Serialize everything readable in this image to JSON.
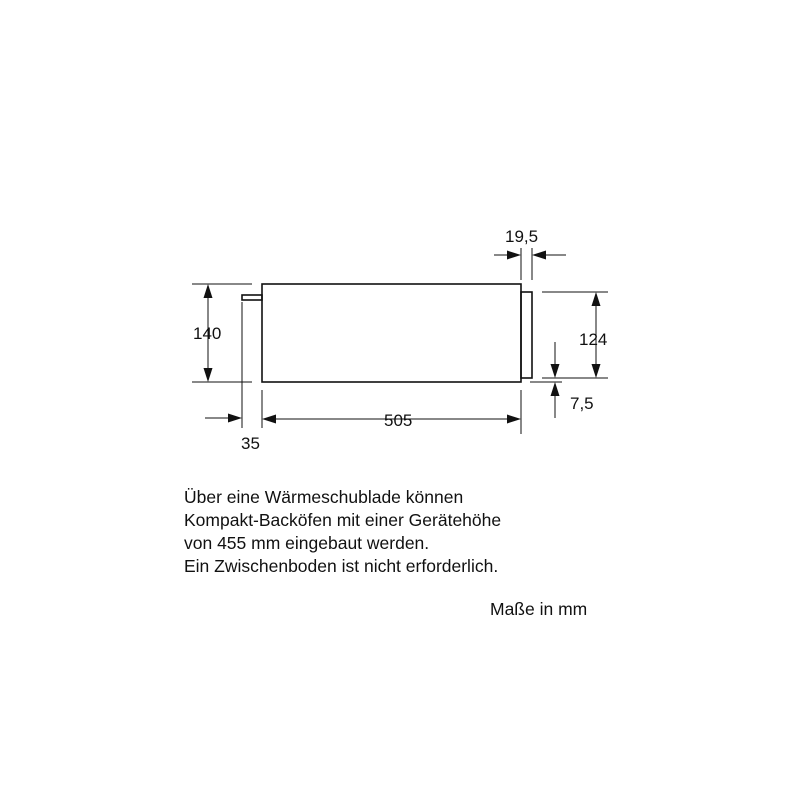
{
  "dimensions": {
    "width_top": "19,5",
    "height_total": "140",
    "height_front": "124",
    "offset_bottom": "7,5",
    "depth_body": "505",
    "depth_front": "35"
  },
  "description": {
    "lines": [
      "Über eine Wärmeschublade können",
      "Kompakt-Backöfen mit einer Gerätehöhe",
      "von 455 mm eingebaut werden.",
      "Ein Zwischenboden ist nicht erforderlich."
    ]
  },
  "units_note": "Maße in mm"
}
